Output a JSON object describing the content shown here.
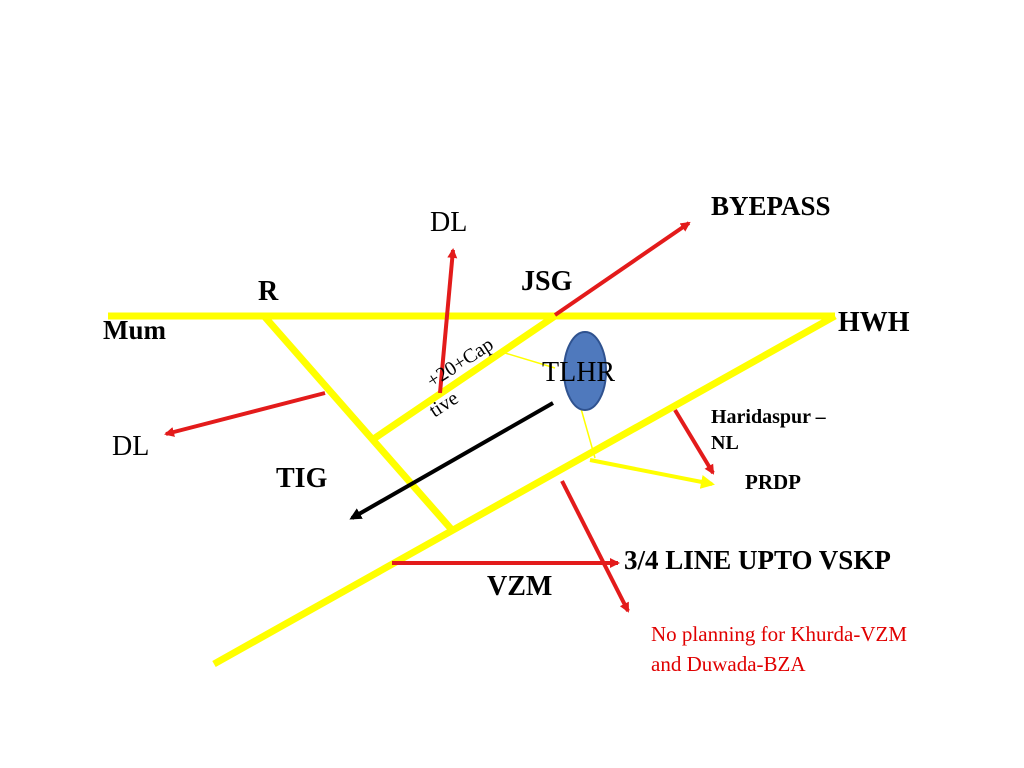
{
  "labels": {
    "byepass": "BYEPASS",
    "dl_top": "DL",
    "jsg": "JSG",
    "r": "R",
    "mum": "Mum",
    "hwh": "HWH",
    "tlhr": "TLHR",
    "capacity": "+20+Cap",
    "capacity_cont": "tive",
    "dl_left": "DL",
    "tig": "TIG",
    "haridaspur_1": "Haridaspur –",
    "haridaspur_2": "NL",
    "prdp": "PRDP",
    "line_upto_vskp": "3/4 LINE UPTO VSKP",
    "vzm": "VZM",
    "note_1": "No planning for Khurda-VZM",
    "note_2": "and Duwada-BZA"
  },
  "colors": {
    "track": "#ffff00",
    "arrow_red": "#e31b1b",
    "arrow_black": "#000000",
    "node_fill": "#4f79bd",
    "node_stroke": "#2f528f",
    "note_red": "#e00000"
  },
  "icons": {
    "tlhr_node": "ellipse-node"
  }
}
